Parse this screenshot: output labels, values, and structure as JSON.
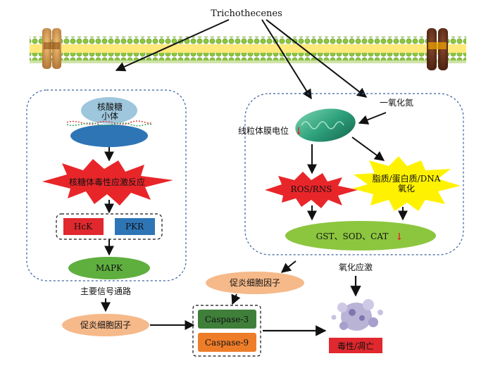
{
  "top_label": "Trichothecenes",
  "left_panel": {
    "ribosome_label_line1": "核酸糖",
    "ribosome_label_line2": "小体",
    "stress_label": "核糖体毒性应激反应",
    "hck_label": "HcK",
    "pkr_label": "PKR",
    "mapk_label": "MAPK",
    "pathway_label": "主要信号通路"
  },
  "right_panel": {
    "no_label": "一氧化氮",
    "membrane_potential_label": "线粒体膜电位",
    "membrane_potential_arrow": "↓",
    "ros_label": "ROS/RNS",
    "lipid_label_line1": "脂质/蛋白质/DNA",
    "lipid_label_line2": "氧化",
    "enzymes_label": "GST、SOD、CAT",
    "enzymes_arrow": "↓",
    "oxidative_stress_label": "氧化应激"
  },
  "bottom": {
    "cytokine_left_label": "促炎细胞因子",
    "cytokine_right_label": "促炎细胞因子",
    "caspase3_label": "Caspase-3",
    "caspase9_label": "Caspase-9",
    "toxicity_label": "毒性/凋亡"
  },
  "colors": {
    "membrane_green": "#8cc63f",
    "membrane_yellow": "#ffd200",
    "ribosome": "#2e75b6",
    "star_red": "#e8262a",
    "hck_red": "#e0282e",
    "pkr_blue": "#2e75b6",
    "mapk_green": "#5faf3f",
    "enzyme_green": "#8cc63f",
    "cytokine_orange": "#f6b98a",
    "caspase3_green": "#3f7f3a",
    "caspase9_orange": "#ee7d2a",
    "toxicity_red": "#e0282e",
    "accent_red_arrow": "#e8262a"
  }
}
